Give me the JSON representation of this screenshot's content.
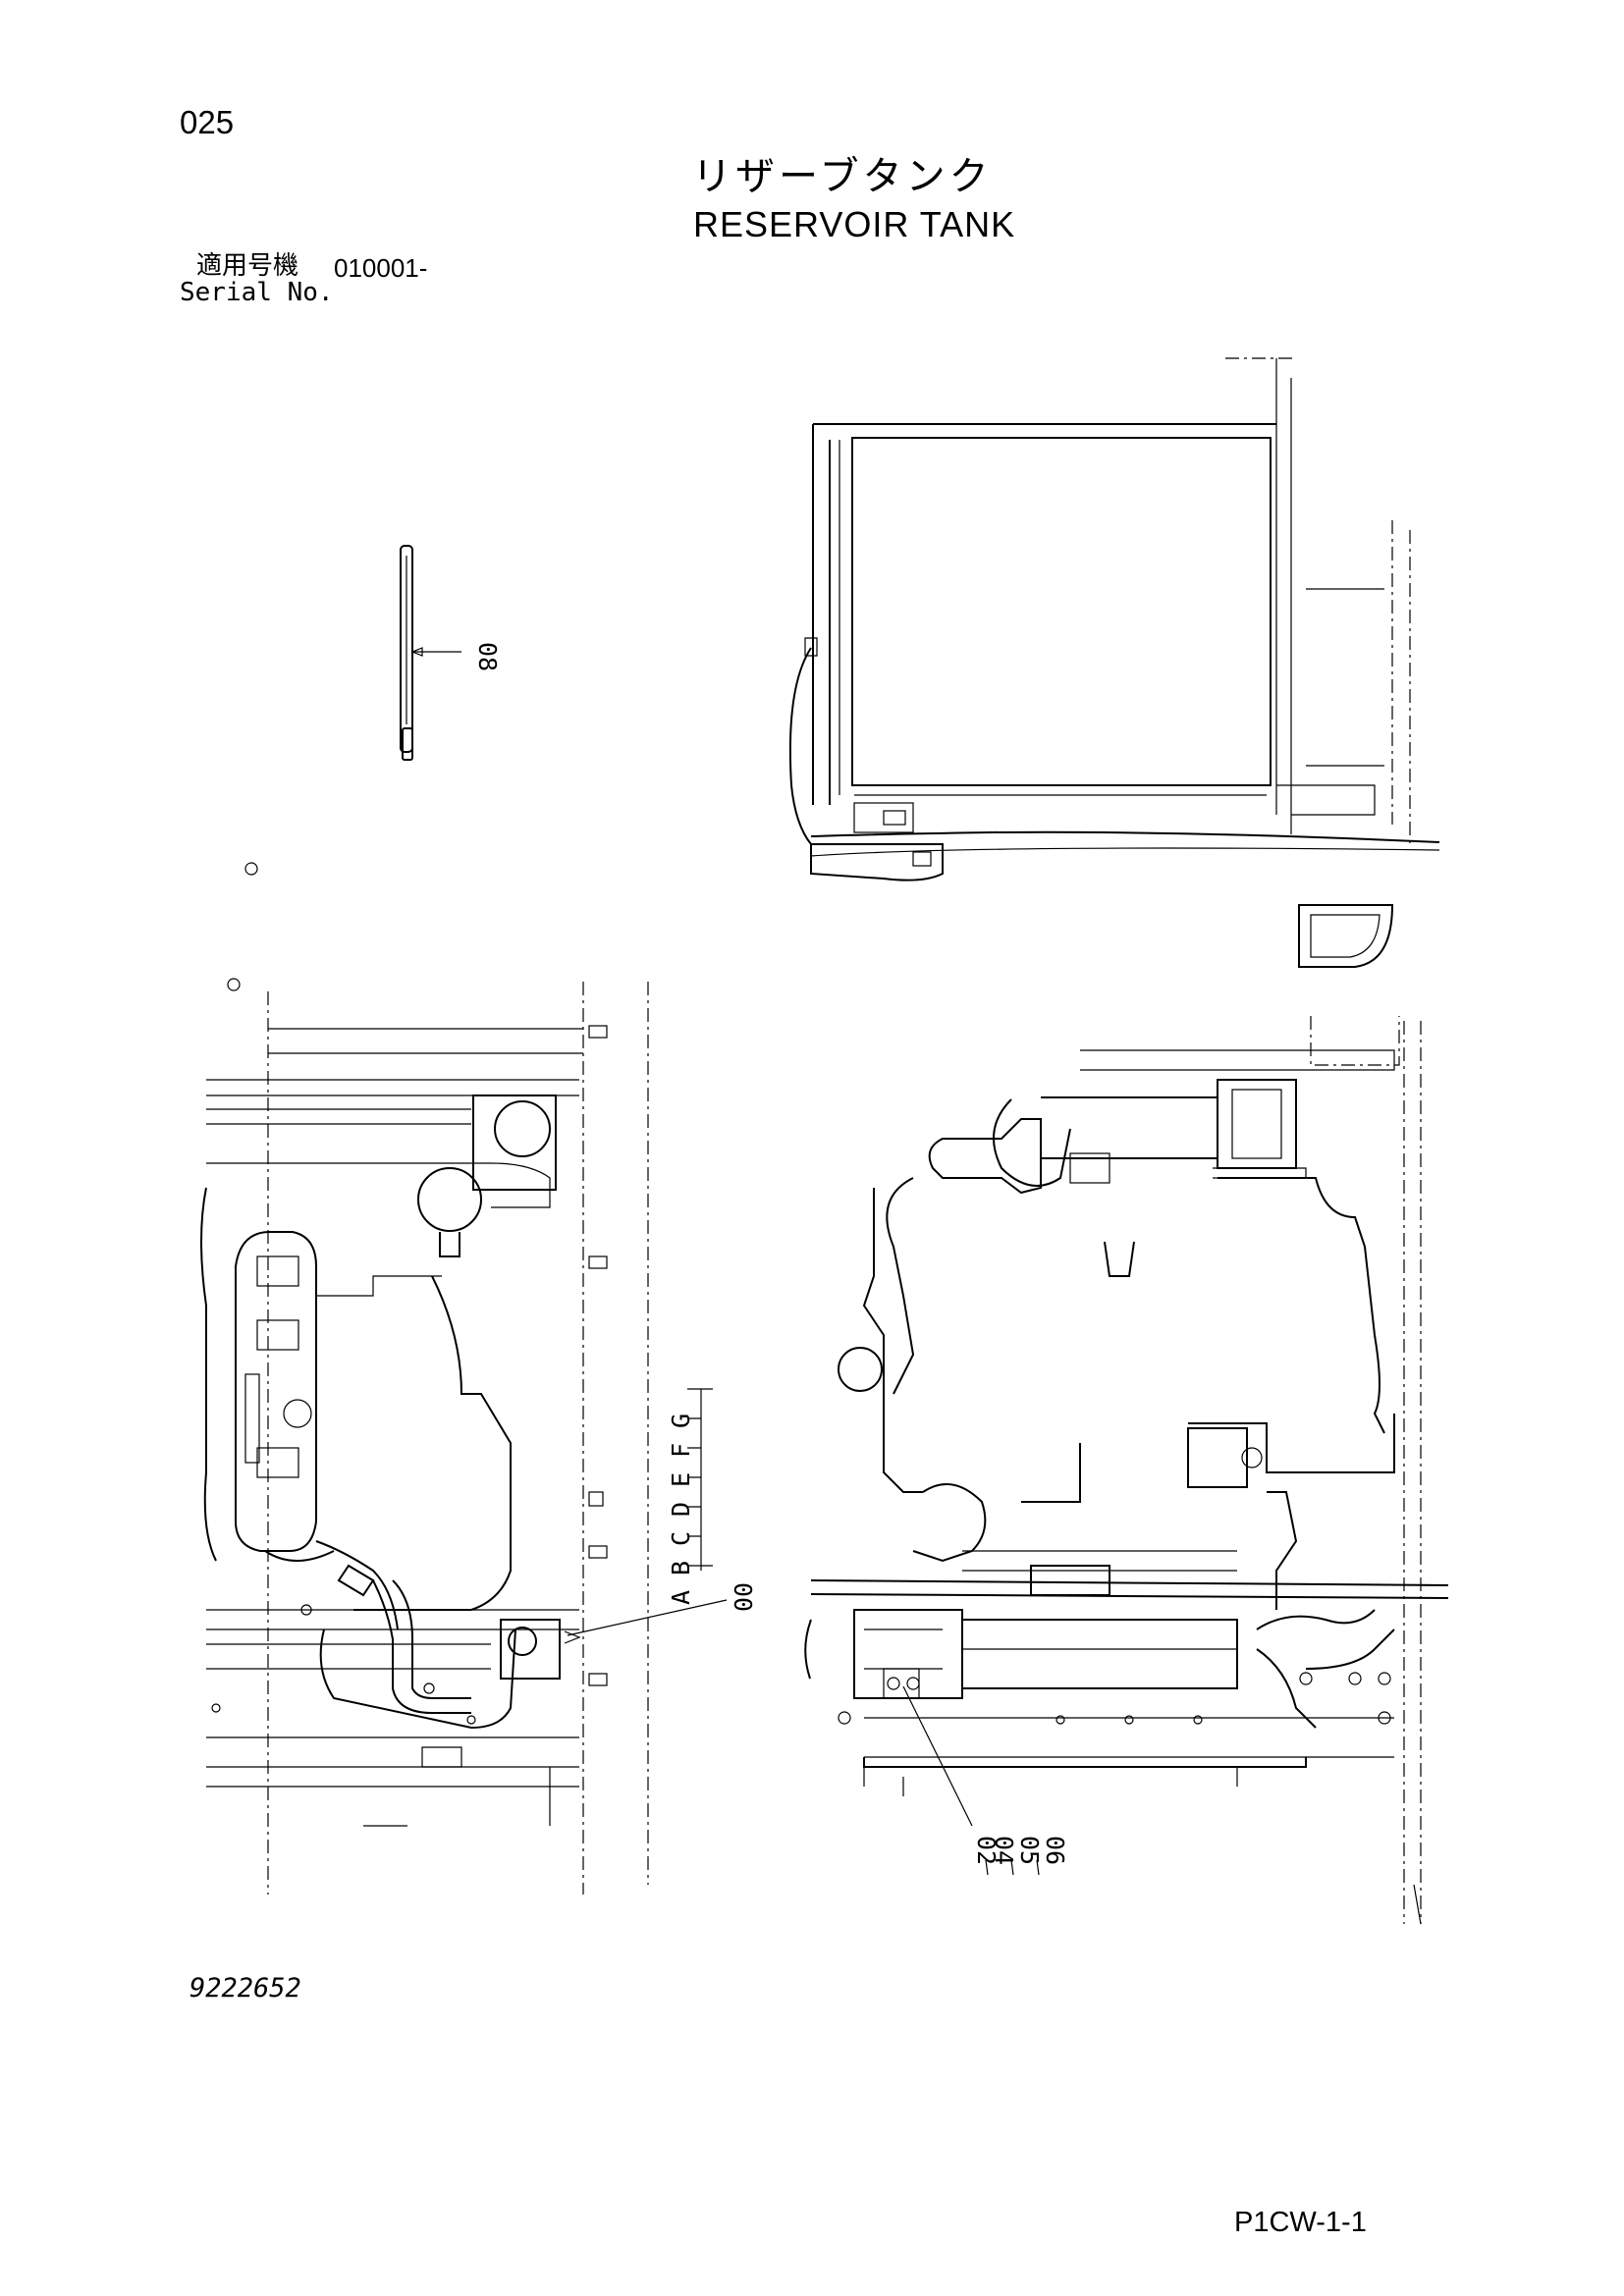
{
  "header": {
    "page_number": "025",
    "title_jp": "リザーブタンク",
    "title_en": "RESERVOIR TANK",
    "serial_label_jp": "適用号機",
    "serial_value": "010001-",
    "serial_label_en": "Serial No."
  },
  "callouts": {
    "part_08": "08",
    "part_00": "00",
    "part_02": "02",
    "part_04": "04",
    "part_05": "05",
    "part_06": "06",
    "grid_letters": [
      "A",
      "B",
      "C",
      "D",
      "E",
      "F",
      "G"
    ]
  },
  "footer": {
    "doc_number": "9222652",
    "page_code": "P1CW-1-1"
  }
}
